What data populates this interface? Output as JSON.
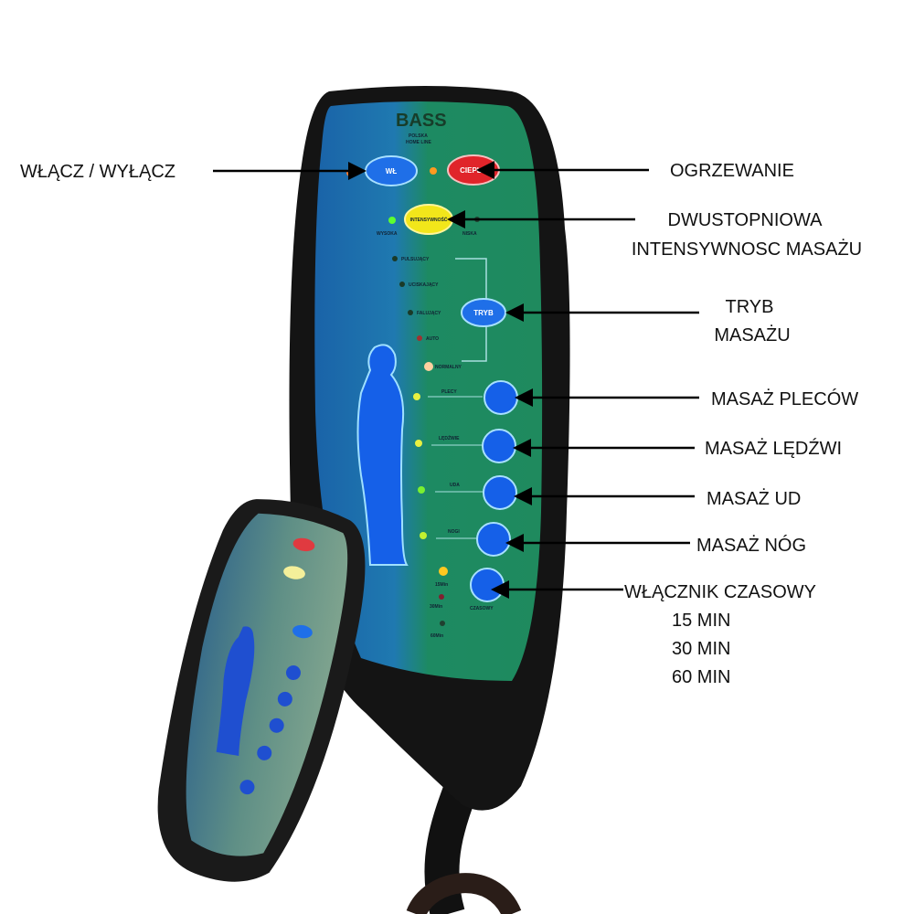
{
  "remote": {
    "brand": "BASS",
    "brand_sub": "POLSKA",
    "brand_line": "HOME LINE",
    "buttons": {
      "power": "WŁ",
      "heat": "CIEPŁO",
      "intensity": "INTENSYWNOŚĆ",
      "mode": "TRYB",
      "timer": "CZASOWY"
    },
    "intensity_levels": [
      "WYSOKA",
      "NISKA"
    ],
    "modes": [
      "PULSUJĄCY",
      "UCISKAJĄCY",
      "FALUJĄCY",
      "AUTO",
      "NORMALNY"
    ],
    "zones": [
      "PLECY",
      "LĘDŹWIE",
      "UDA",
      "NOGI"
    ],
    "timer_options": [
      "15Min",
      "30Min",
      "60Min"
    ]
  },
  "annotations": {
    "power": "WŁĄCZ / WYŁĄCZ",
    "heating": "OGRZEWANIE",
    "intensity_line1": "DWUSTOPNIOWA",
    "intensity_line2": "INTENSYWNOSC MASAŻU",
    "mode_line1": "TRYB",
    "mode_line2": "MASAŻU",
    "back": "MASAŻ PLECÓW",
    "lumbar": "MASAŻ LĘDŹWI",
    "thighs": "MASAŻ UD",
    "legs": "MASAŻ NÓG",
    "timer": "WŁĄCZNIK CZASOWY",
    "timer_15": "15 MIN",
    "timer_30": "30 MIN",
    "timer_60": "60 MIN"
  },
  "colors": {
    "panel_green": "#1f8a5e",
    "panel_blue": "#1f6fb0",
    "button_blue": "#1560e8",
    "heat_red": "#e0242a",
    "intensity_yellow": "#f2e61a"
  }
}
